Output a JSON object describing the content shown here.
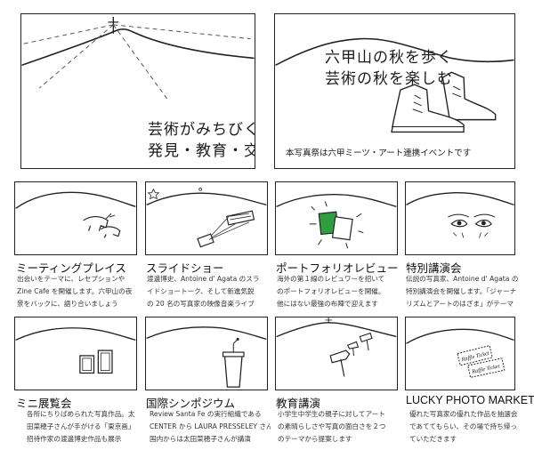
{
  "hero_left": {
    "lines": [
      "芸術がみちびく",
      "発見・教育・交流"
    ]
  },
  "hero_right": {
    "lines": [
      "六甲山の秋を歩く",
      "芸術の秋を楽しむ"
    ],
    "note": "本写真祭は六甲ミーツ・アート連携イベントです"
  },
  "cards": [
    {
      "title": "ミーティングプレイス",
      "lines": [
        "出会いをテーマに、レセプションや",
        "Zine Cafe を開催します。六甲山の夜",
        "景をバックに、語り合いましょう"
      ]
    },
    {
      "title": "スライドショー",
      "lines": [
        "渡邊博史、Antoine d' Agata のスラ",
        "イドショートーク、そして新進気鋭",
        "の 20 名の写真家の映像音楽ライブ"
      ]
    },
    {
      "title": "ポートフォリオレビュー",
      "lines": [
        "海外の第１線のレビュワーを招いて",
        "のポートフォリオレビューを開催。",
        "他にはない最強の布陣で迎えます"
      ]
    },
    {
      "title": "特別講演会",
      "lines": [
        "伝説の写真家、Antoine d' Agata の",
        "特別講演会を開催します。「ジャーナ",
        "リズムとアートのはざま」がテーマ"
      ]
    },
    {
      "title": "ミニ展覧会",
      "lines": [
        "各所にちりばめられた写真作品。太",
        "田菜穂子さんが手がける「東京画」",
        "招待作家の渡邊博史作品も展示"
      ]
    },
    {
      "title": "国際シンポジウム",
      "lines": [
        "Review Santa Fe の実行組織である",
        "CENTER から LAURA PRESSELEY さん、",
        "国内からは太田菜穂子さんが講演"
      ]
    },
    {
      "title": "教育講演",
      "lines": [
        "小学生中学生の親子に対してアート",
        "の素晴らしさや写真の面白さを２つ",
        "のテーマから提案します"
      ]
    },
    {
      "title": "LUCKY PHOTO MARKET",
      "lines": [
        "優れた写真家の優れた作品を抽選会",
        "であててもらい、その場で持ち帰っ",
        "ていただきます"
      ]
    }
  ],
  "tickets": [
    "Raffle Ticket",
    "Raffle Ticket"
  ],
  "colors": {
    "ink": "#222222",
    "accent_green": "#2e9e3e"
  }
}
